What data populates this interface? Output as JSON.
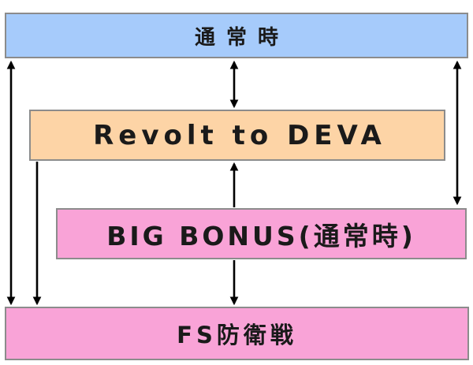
{
  "diagram": {
    "nodes": [
      {
        "id": "normal",
        "label": "通常時",
        "color": "#a6cbfb"
      },
      {
        "id": "revolt",
        "label": "Revolt to DEVA",
        "color": "#fdd4a6"
      },
      {
        "id": "big",
        "label": "BIG BONUS(通常時)",
        "color": "#f9a3d7"
      },
      {
        "id": "fs",
        "label": "FS防衛戦",
        "color": "#f9a3d7"
      }
    ],
    "edges": [
      {
        "from": "normal",
        "to": "fs",
        "direction": "both"
      },
      {
        "from": "revolt",
        "to": "fs",
        "direction": "forward"
      },
      {
        "from": "normal",
        "to": "revolt",
        "direction": "both"
      },
      {
        "from": "normal",
        "to": "big",
        "direction": "both"
      },
      {
        "from": "big",
        "to": "revolt",
        "direction": "forward"
      },
      {
        "from": "big",
        "to": "fs",
        "direction": "forward"
      }
    ]
  }
}
